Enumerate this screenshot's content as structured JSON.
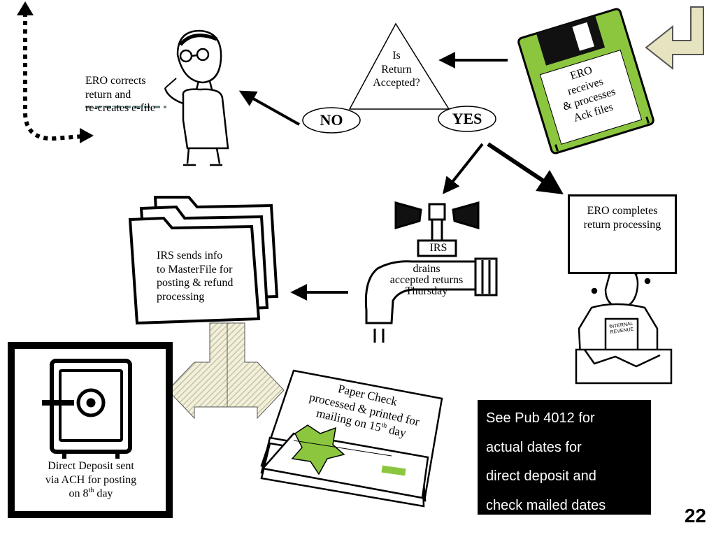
{
  "decision": {
    "question_line1": "Is",
    "question_line2": "Return",
    "question_line3": "Accepted?",
    "no_label": "NO",
    "yes_label": "YES"
  },
  "ero_receives": {
    "line1": "ERO",
    "line2": "receives",
    "line3": "& processes",
    "line4": "Ack files"
  },
  "ero_corrects": {
    "line1": "ERO corrects",
    "line2": "return and",
    "line3": "re-creates e-file"
  },
  "ero_completes": {
    "line1": "ERO completes",
    "line2": "return processing"
  },
  "irs_faucet": {
    "tag": "IRS",
    "line1": "drains",
    "line2": "accepted returns",
    "line3": "Thursday"
  },
  "irs_masterfile": {
    "line1": "IRS sends info",
    "line2": "to MasterFile for",
    "line3": "posting & refund",
    "line4": "processing"
  },
  "direct_deposit": {
    "line1": "Direct Deposit sent",
    "line2": "via ACH for posting",
    "line3_prefix": "on 8",
    "line3_sup": "th",
    "line3_suffix": " day"
  },
  "paper_check": {
    "line1": "Paper Check",
    "line2": "processed & printed for",
    "line3_prefix": "mailing on 15",
    "line3_sup": "th",
    "line3_suffix": " day"
  },
  "irs_form_label_line1": "INTERNAL",
  "irs_form_label_line2": "REVENUE",
  "note": {
    "line1": "See Pub 4012 for",
    "line2": "actual dates for",
    "line3": "direct deposit and",
    "line4": "check mailed dates"
  },
  "page_number": "22",
  "colors": {
    "disk_green": "#8cc63f",
    "arrow_khaki": "#e6e4c0",
    "check_green": "#8cc63f",
    "note_background": "#000000"
  }
}
